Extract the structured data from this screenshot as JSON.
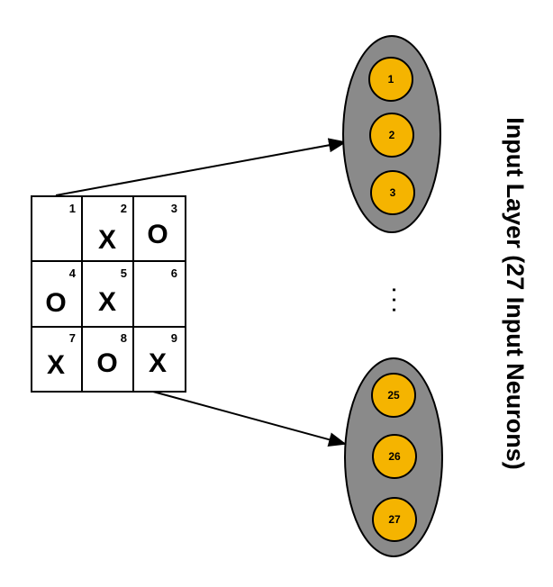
{
  "board": {
    "cells": [
      {
        "index": "1",
        "mark": ""
      },
      {
        "index": "2",
        "mark": "X"
      },
      {
        "index": "3",
        "mark": "O"
      },
      {
        "index": "4",
        "mark": "O"
      },
      {
        "index": "5",
        "mark": "X"
      },
      {
        "index": "6",
        "mark": ""
      },
      {
        "index": "7",
        "mark": "X"
      },
      {
        "index": "8",
        "mark": "O"
      },
      {
        "index": "9",
        "mark": "X"
      }
    ]
  },
  "layer": {
    "title": "Input Layer (27 Input Neurons)",
    "top_group": [
      "1",
      "2",
      "3"
    ],
    "bottom_group": [
      "25",
      "26",
      "27"
    ],
    "ellipsis": ". . ."
  },
  "colors": {
    "neuron_fill": "#F5B400",
    "group_fill": "#8A8A8A",
    "stroke": "#000000"
  }
}
